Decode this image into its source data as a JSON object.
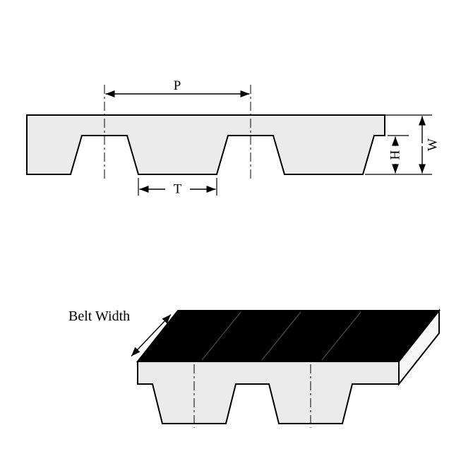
{
  "colors": {
    "background": "#ffffff",
    "belt_fill": "#ebebeb",
    "belt_outline": "#000000",
    "top_face_fill": "#000000",
    "end_face_fill": "#f6f6f6"
  },
  "cross_section_view": {
    "pitch_label": "P",
    "tooth_width_label": "T",
    "tooth_height_label": "H",
    "belt_thickness_label": "W"
  },
  "perspective_view": {
    "belt_width_label": "Belt Width"
  }
}
